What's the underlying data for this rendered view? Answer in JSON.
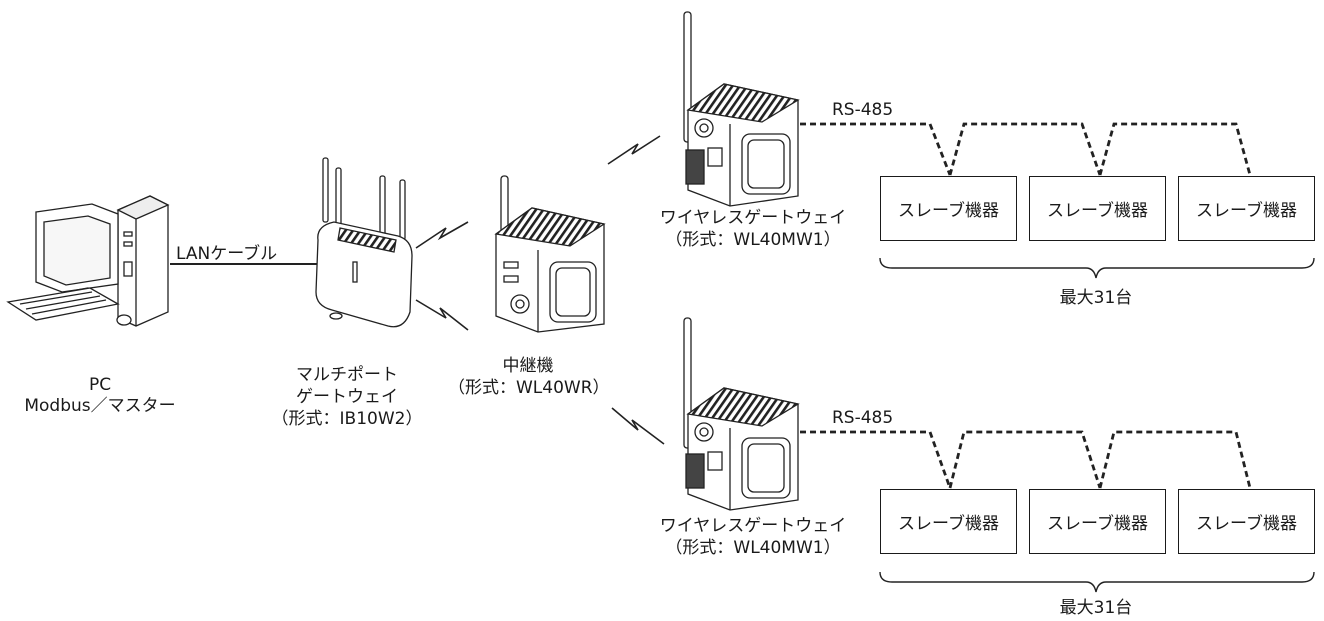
{
  "pc": {
    "name": "PC",
    "role": "Modbus／マスター"
  },
  "cable": {
    "label": "LANケーブル"
  },
  "gateway": {
    "line1": "マルチポート",
    "line2": "ゲートウェイ",
    "model": "（形式：IB10W2）"
  },
  "repeater": {
    "name": "中継機",
    "model": "（形式：WL40WR）"
  },
  "wireless_gateways": [
    {
      "name": "ワイヤレスゲートウェイ",
      "model": "（形式：WL40MW1）",
      "bus": "RS-485",
      "slaves": [
        "スレーブ機器",
        "スレーブ機器",
        "スレーブ機器"
      ],
      "max_label": "最大31台"
    },
    {
      "name": "ワイヤレスゲートウェイ",
      "model": "（形式：WL40MW1）",
      "bus": "RS-485",
      "slaves": [
        "スレーブ機器",
        "スレーブ機器",
        "スレーブ機器"
      ],
      "max_label": "最大31台"
    }
  ]
}
